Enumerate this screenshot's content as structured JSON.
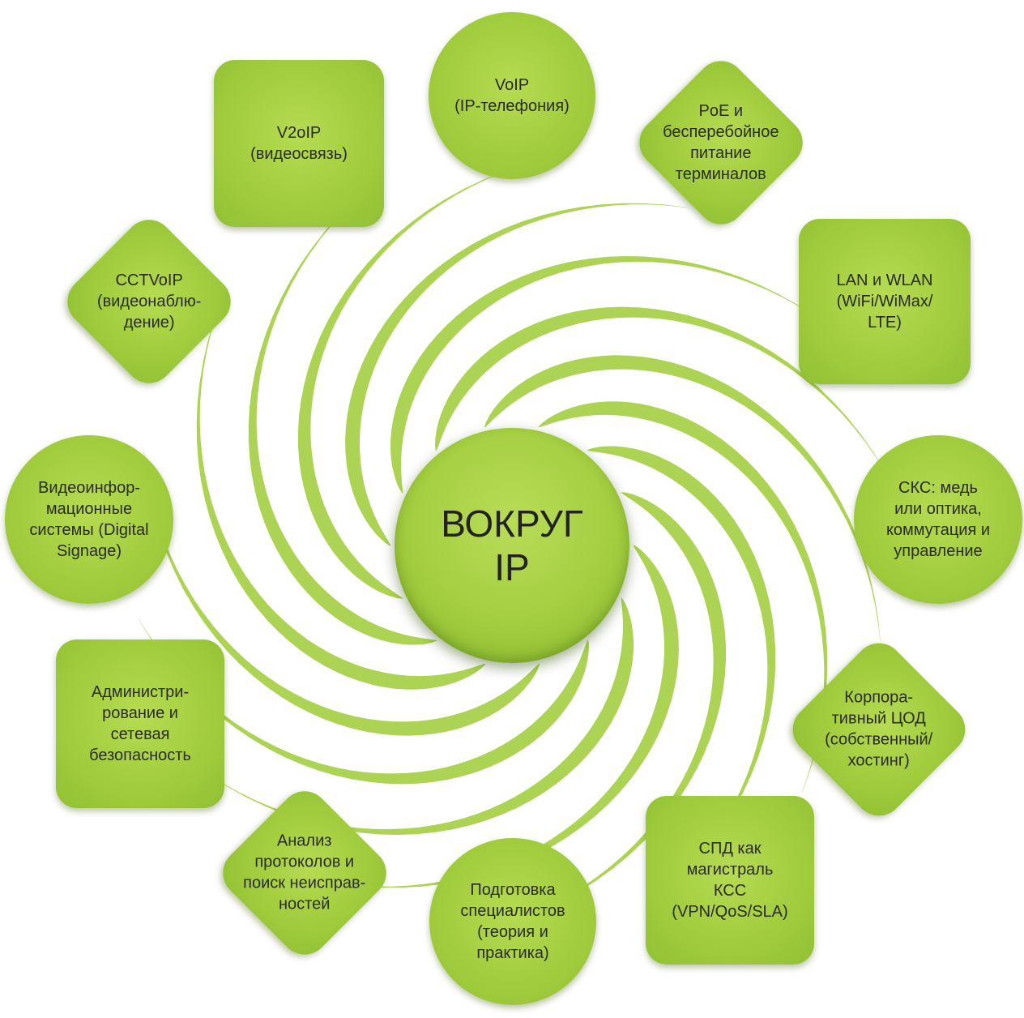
{
  "center": {
    "title": "ВОКРУГ\nIP"
  },
  "nodes": [
    {
      "id": "voip",
      "label": "VoIP\n(IP-телефония)",
      "shape": "circle"
    },
    {
      "id": "poe",
      "label": "PoE и\nбесперебойное\nпитание\nтерминалов",
      "shape": "diamond"
    },
    {
      "id": "lan",
      "label": "LAN и WLAN\n(WiFi/WiMax/\nLTE)",
      "shape": "rounded"
    },
    {
      "id": "sks",
      "label": "СКС: медь\nили оптика,\nкоммутация и\nуправление",
      "shape": "circle"
    },
    {
      "id": "cod",
      "label": "Корпора-\nтивный ЦОД\n(собственный/\nхостинг)",
      "shape": "diamond"
    },
    {
      "id": "spd",
      "label": "СПД как\nмагистраль\nКСС\n(VPN/QoS/SLA)",
      "shape": "rounded"
    },
    {
      "id": "training",
      "label": "Подготовка\nспециалистов\n(теория и\nпрактика)",
      "shape": "circle"
    },
    {
      "id": "analysis",
      "label": "Анализ\nпротоколов и\nпоиск неисправ-\nностей",
      "shape": "diamond"
    },
    {
      "id": "admin",
      "label": "Администри-\nрование и\nсетевая\nбезопасность",
      "shape": "rounded"
    },
    {
      "id": "signage",
      "label": "Видеоинфор-\nмационные\nсистемы (Digital\nSignage)",
      "shape": "circle"
    },
    {
      "id": "cctv",
      "label": "CCTVoIP\n(видеонаблю-\nдение)",
      "shape": "diamond"
    },
    {
      "id": "v2oip",
      "label": "V2oIP\n(видеосвязь)",
      "shape": "rounded"
    }
  ],
  "colors": {
    "green": "#a2cd3e",
    "swirl": "#a8d14a",
    "text": "#2a2a2a"
  }
}
